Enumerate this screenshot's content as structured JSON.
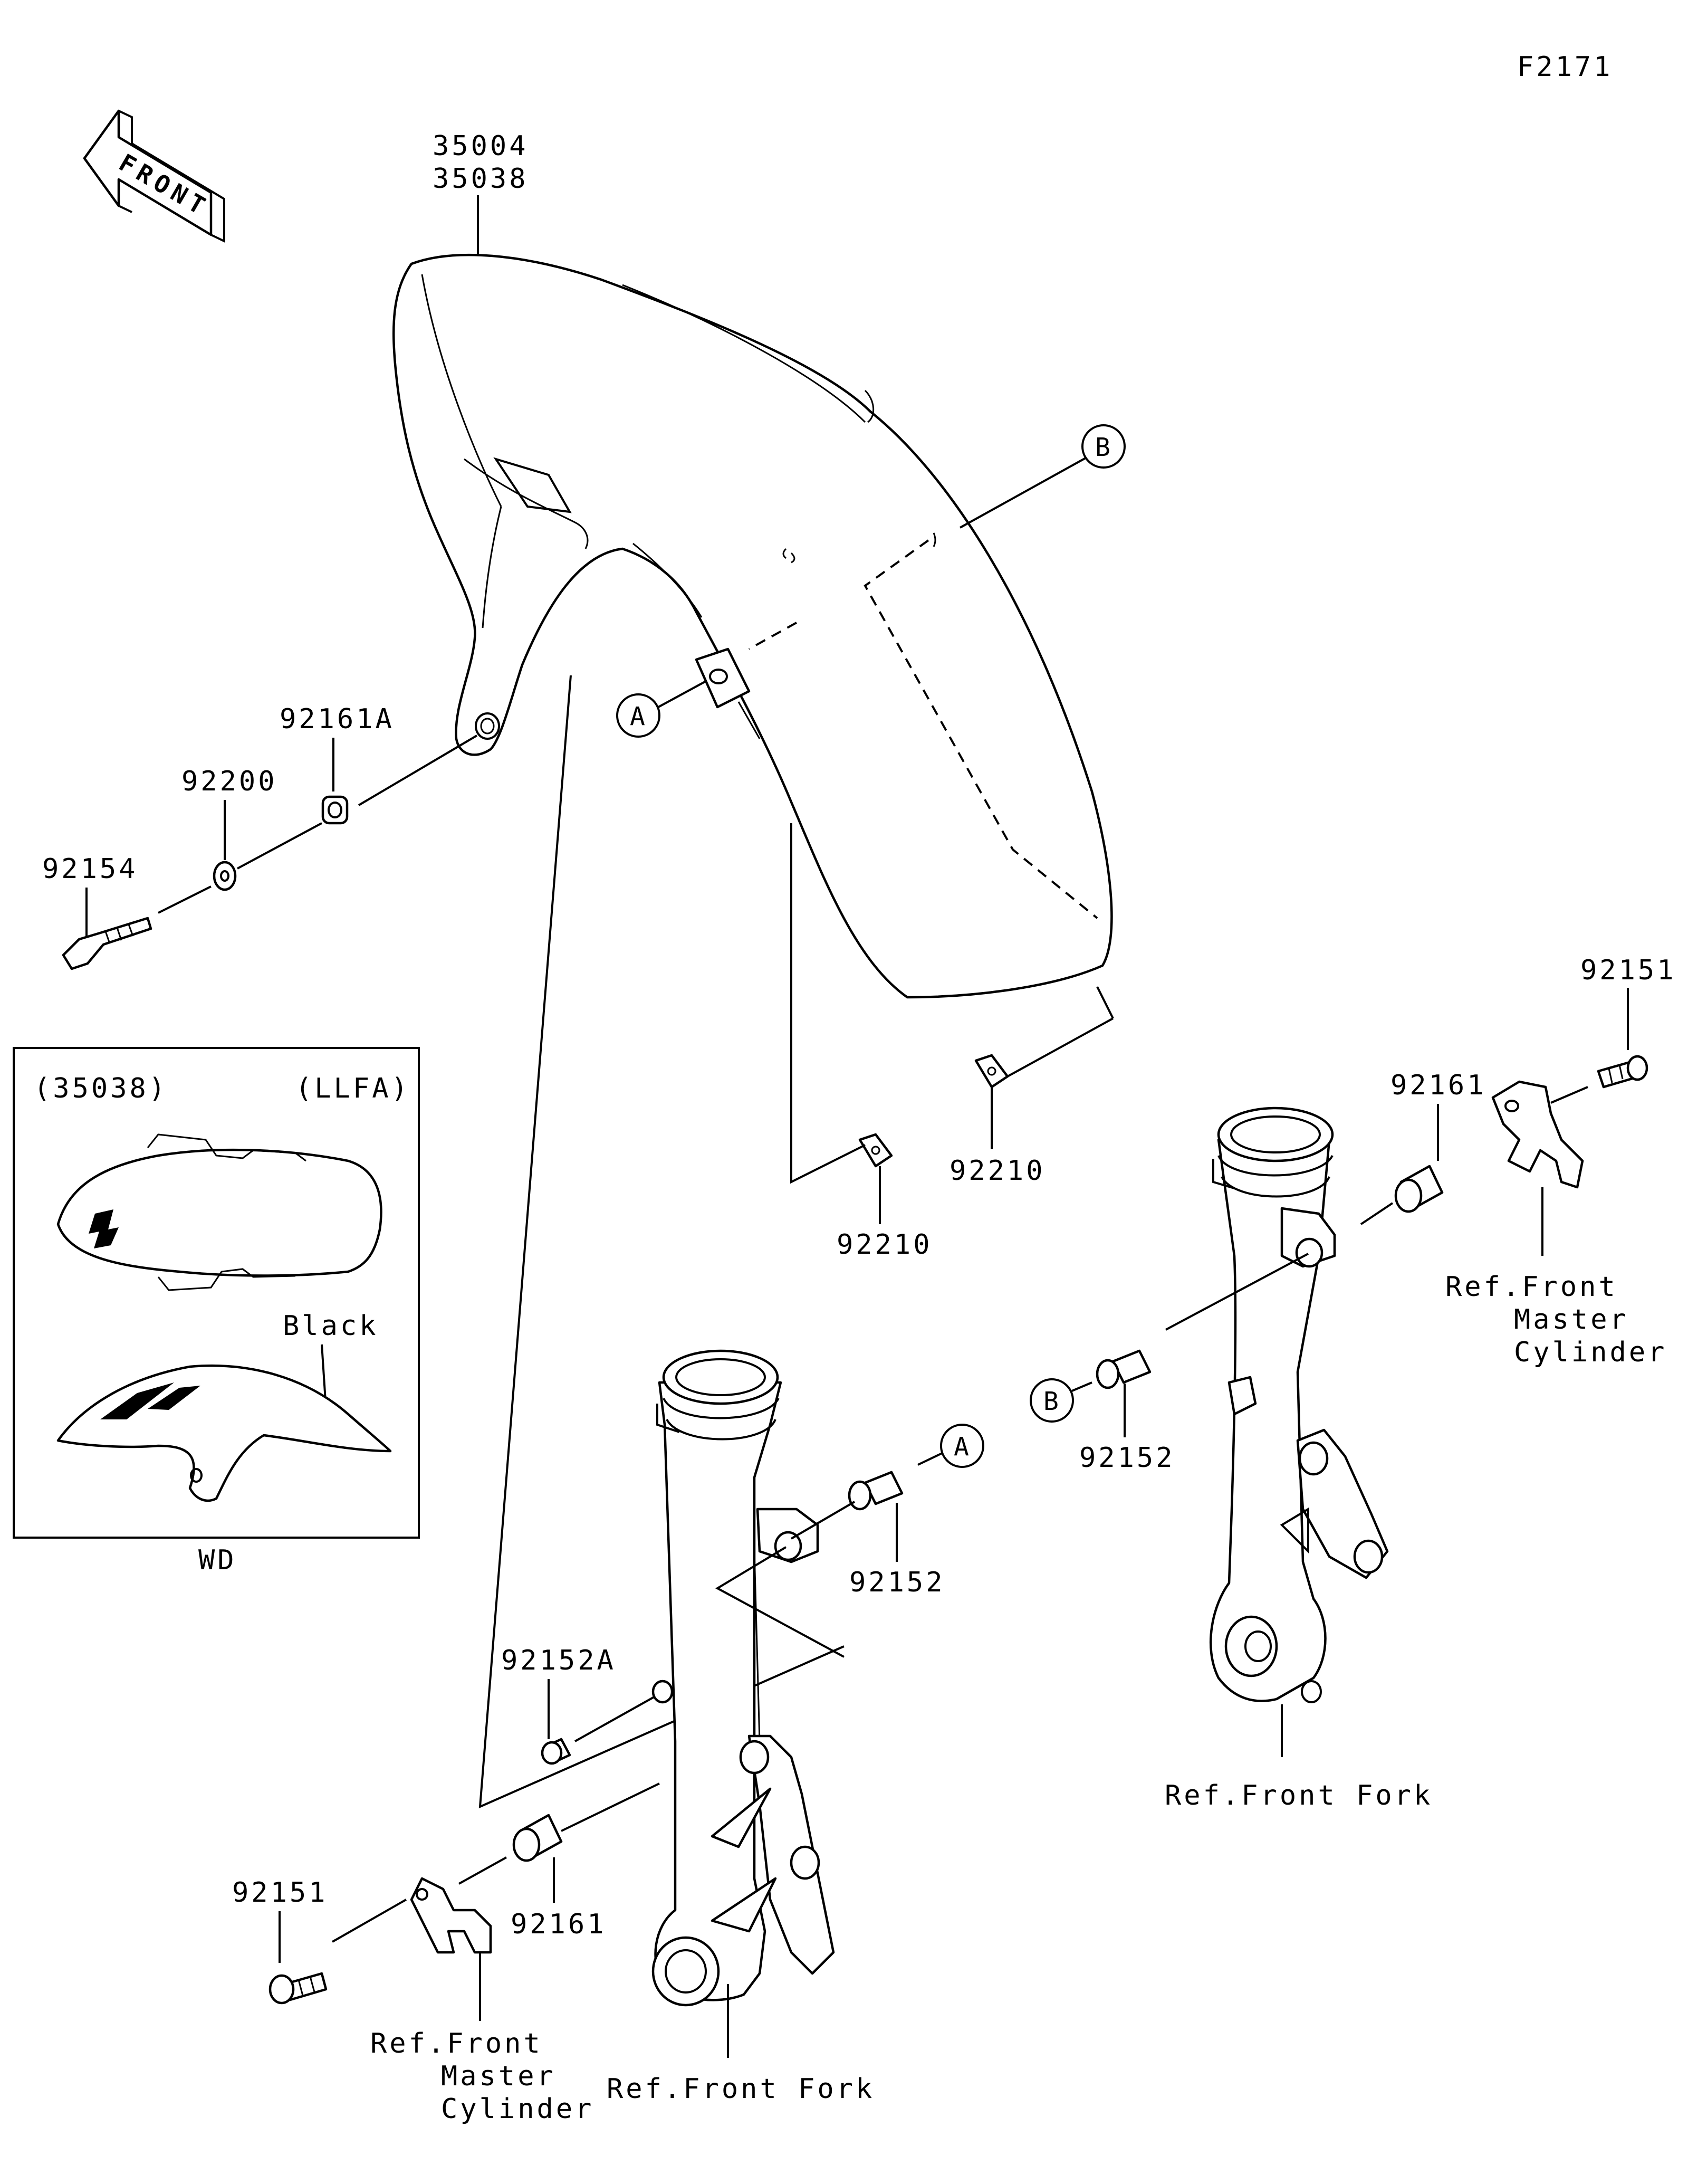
{
  "figure_code": "F2171",
  "direction_arrow": "FRONT",
  "part_numbers": {
    "fender_a": "35004",
    "fender_b": "35038",
    "grommet_top": "92161A",
    "washer": "92200",
    "bolt_fender": "92154",
    "bolt_right": "92151",
    "collar_right": "92161",
    "nut_upper": "92210",
    "nut_lower": "92210",
    "bolt_b": "92152",
    "bolt_a": "92152",
    "rubber_left": "92152A",
    "collar_left": "92161",
    "bolt_left": "92151"
  },
  "callouts": {
    "a": "A",
    "b": "B"
  },
  "references": {
    "master_cylinder": [
      "Ref.Front",
      "Master",
      "Cylinder"
    ],
    "front_fork": "Ref.Front Fork"
  },
  "inset": {
    "part_ref": "(35038)",
    "variant": "(LLFA)",
    "color": "Black",
    "caption": "WD"
  }
}
